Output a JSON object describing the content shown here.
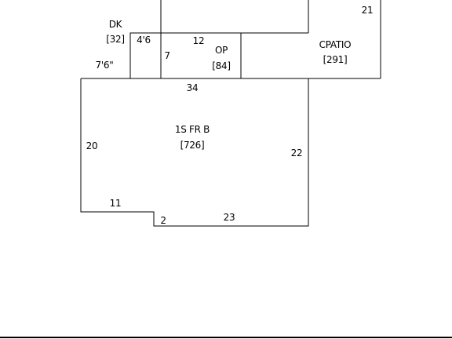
{
  "sketch": {
    "main_area": {
      "code": "1S FR B",
      "size": "[726]"
    },
    "deck": {
      "code": "DK",
      "size": "[32]"
    },
    "open_porch": {
      "code": "OP",
      "size": "[84]"
    },
    "patio": {
      "code": "CPATIO",
      "size": "[291]"
    },
    "dimensions": {
      "main_top": "34",
      "main_left": "20",
      "main_right": "22",
      "main_bottom": "23",
      "main_notch_top": "11",
      "main_notch_side": "2",
      "deck_width": "4'6",
      "deck_height": "7'6\"",
      "porch_left": "7",
      "porch_top": "12",
      "patio_right": "21"
    }
  }
}
